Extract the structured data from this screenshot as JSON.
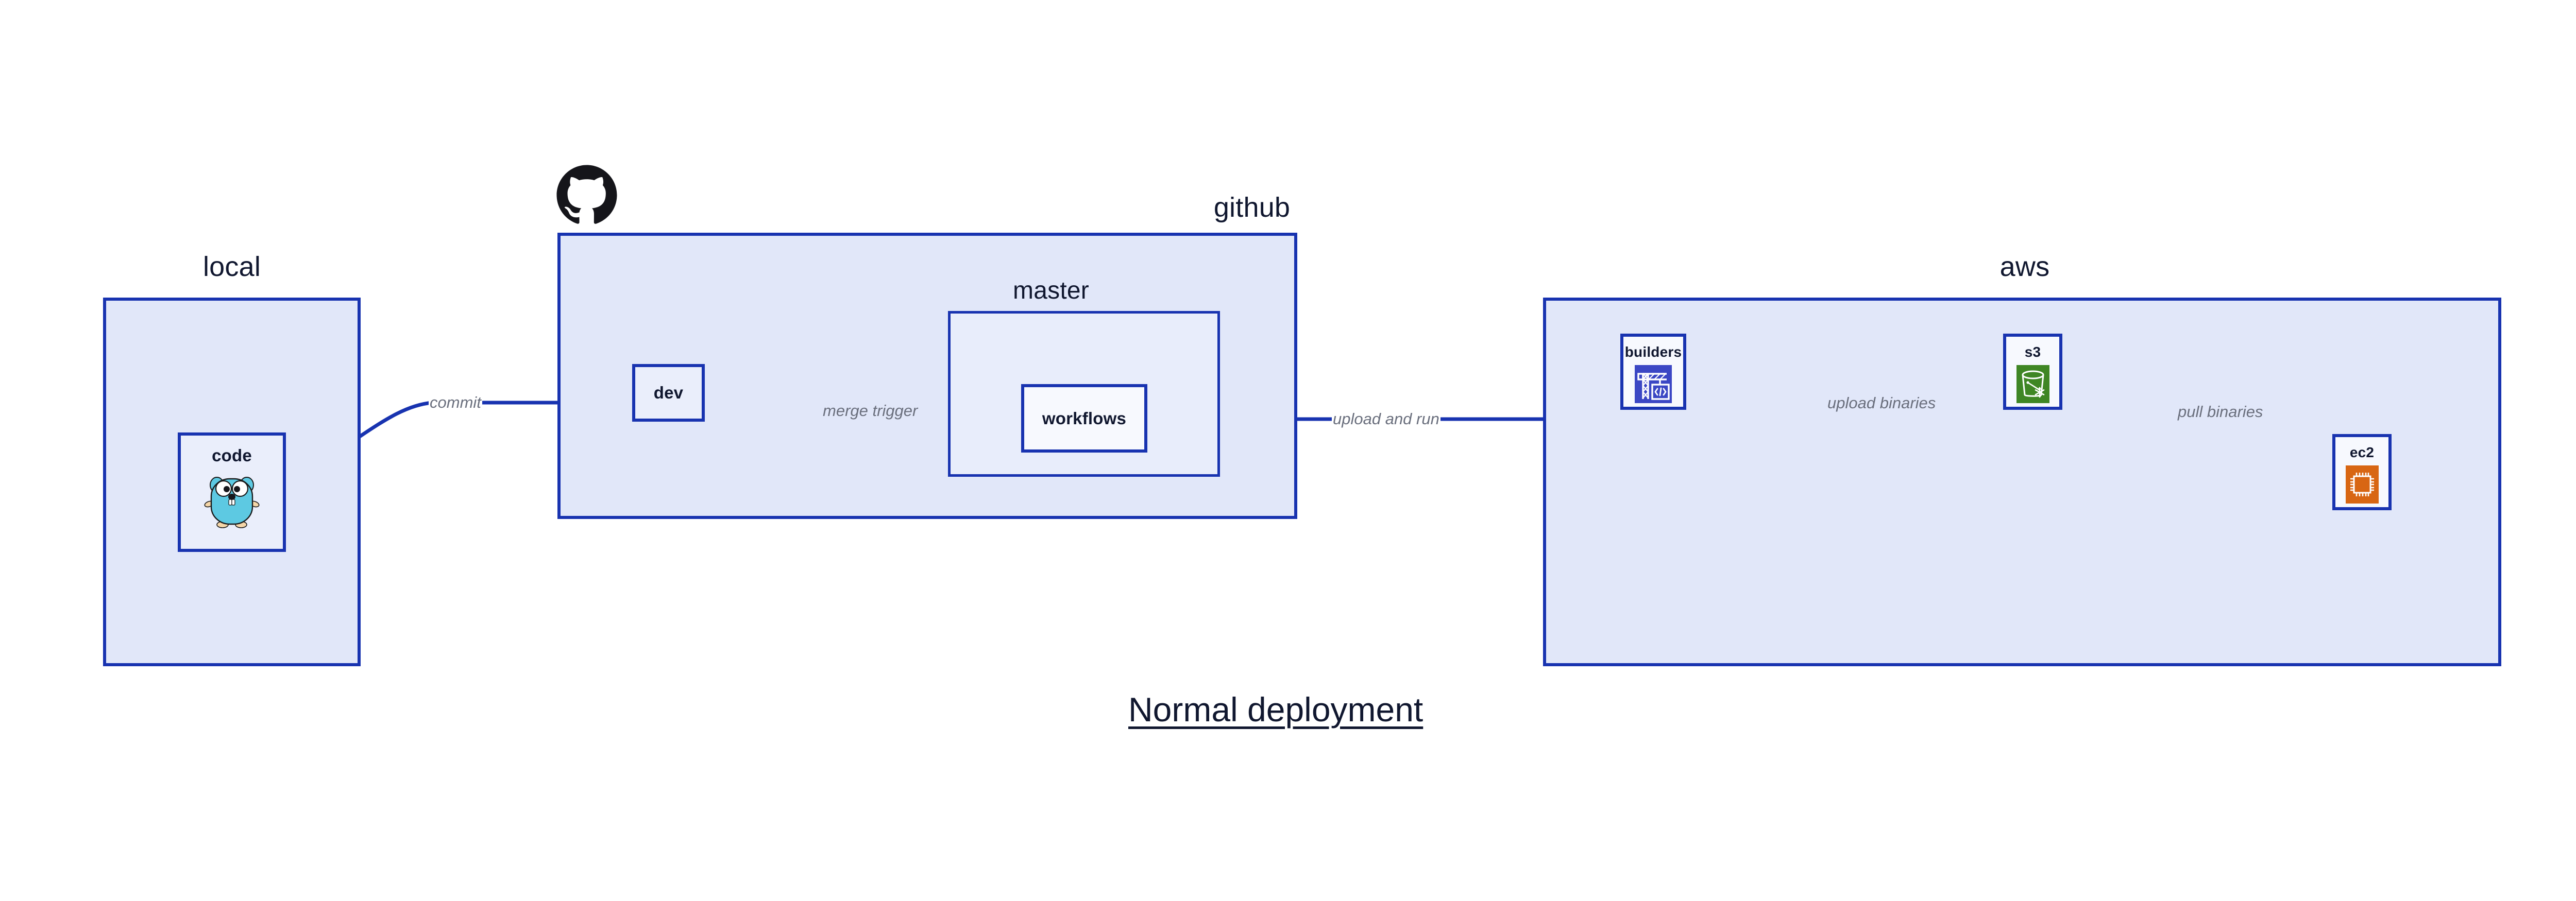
{
  "title": "Normal deployment",
  "colors": {
    "group_fill": "#e1e7f9",
    "group_inner_fill": "#e8edfb",
    "node_fill": "#eaeefb",
    "node_plain_fill": "#f7f9fe",
    "border_blue": "#1833b0",
    "edge_blue": "#1833b0",
    "label_gray": "#6a6f7d",
    "text_navy": "#10172f",
    "gopher_cyan": "#5dc9e2",
    "codebuild_blue": "#3b47c4",
    "s3_green": "#3f8624",
    "ec2_orange": "#d86613",
    "github_black": "#15151a"
  },
  "groups": [
    {
      "id": "local",
      "label": "local"
    },
    {
      "id": "github",
      "label": "github"
    },
    {
      "id": "master",
      "label": "master"
    },
    {
      "id": "aws",
      "label": "aws"
    }
  ],
  "nodes": [
    {
      "id": "code",
      "label": "code",
      "icon": "go-gopher-icon"
    },
    {
      "id": "dev",
      "label": "dev",
      "icon": "none"
    },
    {
      "id": "workflows",
      "label": "workflows",
      "icon": "none"
    },
    {
      "id": "builders",
      "label": "builders",
      "icon": "aws-codebuild-icon"
    },
    {
      "id": "s3",
      "label": "s3",
      "icon": "aws-s3-glacier-icon"
    },
    {
      "id": "ec2",
      "label": "ec2",
      "icon": "aws-ec2-icon"
    }
  ],
  "edges": [
    {
      "id": "code-to-dev",
      "label": "commit",
      "from": "code",
      "to": "dev"
    },
    {
      "id": "dev-to-workflows",
      "label": "merge trigger",
      "from": "dev",
      "to": "workflows"
    },
    {
      "id": "workflows-to-builders",
      "label": "upload and run",
      "from": "workflows",
      "to": "builders"
    },
    {
      "id": "builders-to-s3",
      "label": "upload binaries",
      "from": "builders",
      "to": "s3"
    },
    {
      "id": "s3-to-ec2",
      "label": "pull binaries",
      "from": "s3",
      "to": "ec2"
    }
  ],
  "logos": [
    {
      "id": "github-octocat",
      "name": "github-logo"
    }
  ]
}
